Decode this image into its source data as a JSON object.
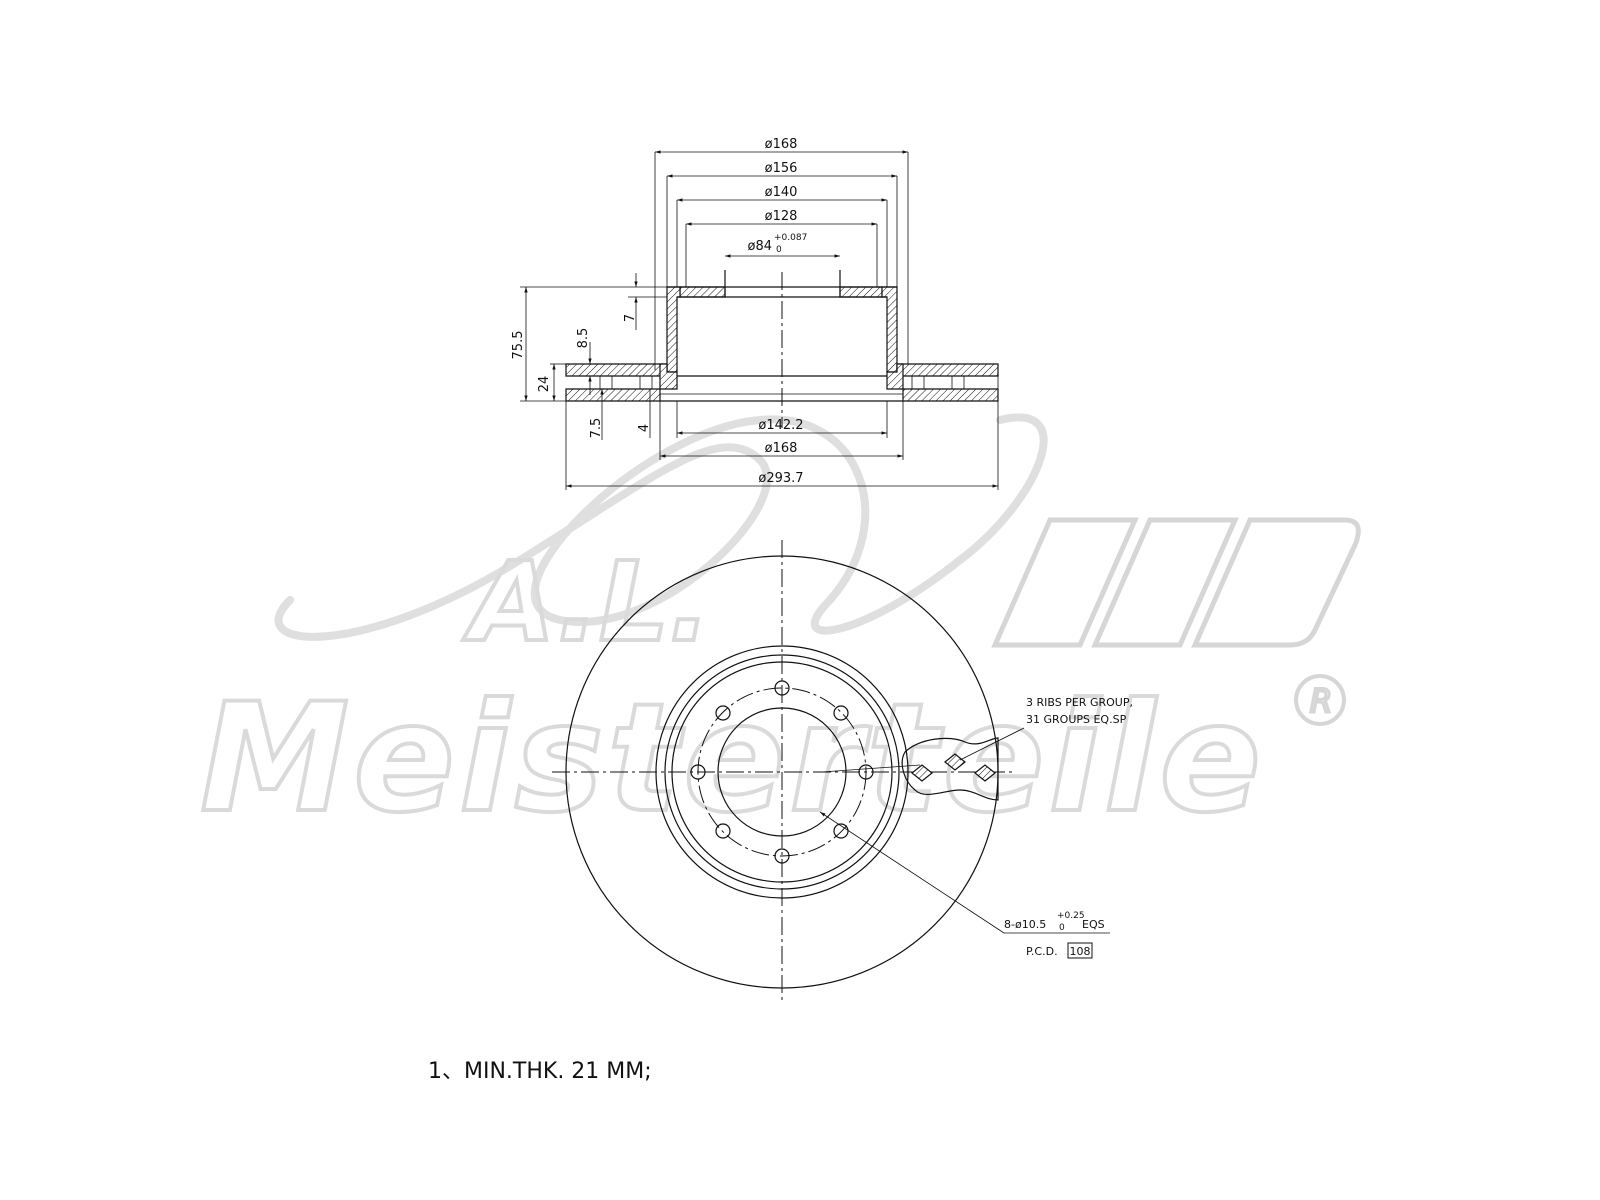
{
  "watermark": {
    "logo_letters": "A.L.",
    "brand": "Meisterteile",
    "registered_mark": "R"
  },
  "section_view": {
    "top_dims": [
      "ø168",
      "ø156",
      "ø140",
      "ø128"
    ],
    "bore_dim": "ø84",
    "bore_tol_upper": "+0.087",
    "bore_tol_lower": "0",
    "left_dims": {
      "overall_height": "75.5",
      "disc_thickness": "24",
      "hub_offset": "8.5",
      "friction_face": "7.5",
      "inner_step": "4",
      "flange_thickness": "7"
    },
    "bottom_dims": [
      "ø142.2",
      "ø168",
      "ø293.7"
    ]
  },
  "front_view": {
    "ribs_note_line1": "3 RIBS PER GROUP,",
    "ribs_note_line2": "31 GROUPS EQ.SP",
    "holes_label": "8-ø10.5",
    "holes_tol_upper": "+0.25",
    "holes_tol_lower": "0",
    "holes_suffix": "EQS",
    "pcd_label": "P.C.D.",
    "pcd_value": "108"
  },
  "notes": {
    "footnote": "1、MIN.THK. 21 MM;"
  }
}
